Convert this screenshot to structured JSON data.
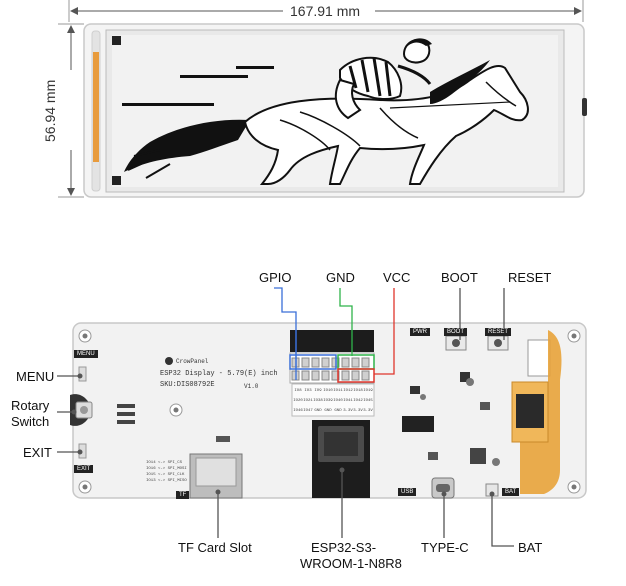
{
  "dimensions": {
    "width": "167.91 mm",
    "height": "56.94 mm"
  },
  "front_view": {
    "screen_image": "jockey-on-racehorse-illustration"
  },
  "callouts": {
    "gpio": "GPIO",
    "gnd": "GND",
    "vcc": "VCC",
    "boot": "BOOT",
    "reset": "RESET",
    "menu": "MENU",
    "rotary_line1": "Rotary",
    "rotary_line2": "Switch",
    "exit": "EXIT",
    "tf_card": "TF Card Slot",
    "module_line1": "ESP32-S3-",
    "module_line2": "WROOM-1-N8R8",
    "type_c": "TYPE-C",
    "bat": "BAT"
  },
  "pcb_silkscreen": {
    "brand": "CrowPanel",
    "product": "ESP32 Display - 5.79(E) inch",
    "sku": "SKU:DIS08792E",
    "version": "V1.0",
    "menu_tag": "MENU",
    "exit_tag": "EXIT",
    "pwr_tag": "PWR",
    "boot_tag": "BOOT",
    "reset_tag": "RESET",
    "usb_tag": "USB",
    "bat_tag": "BAT",
    "tf_tag": "TF",
    "sd_pins": [
      "IO14 <-> SPI_CS",
      "IO16 <-> SPI_MOSI",
      "IO15 <-> SPI_CLK",
      "IO13 <-> SPI_MISO"
    ],
    "header_pins": [
      "IO8",
      "IO3",
      "IO9",
      "IO10",
      "IO11",
      "IO12",
      "IO18",
      "IO19",
      "IO20",
      "IO21",
      "IO38",
      "IO39",
      "IO40",
      "IO41",
      "IO42",
      "IO45",
      "IO46",
      "IO47",
      "GND",
      "GND",
      "GND",
      "3.3V",
      "3.3V",
      "3.3V"
    ]
  },
  "colors": {
    "gpio_line": "#3a6fd8",
    "gnd_line": "#2fb34a",
    "vcc_line": "#e0362c",
    "flex_cable": "#e8a33a"
  }
}
